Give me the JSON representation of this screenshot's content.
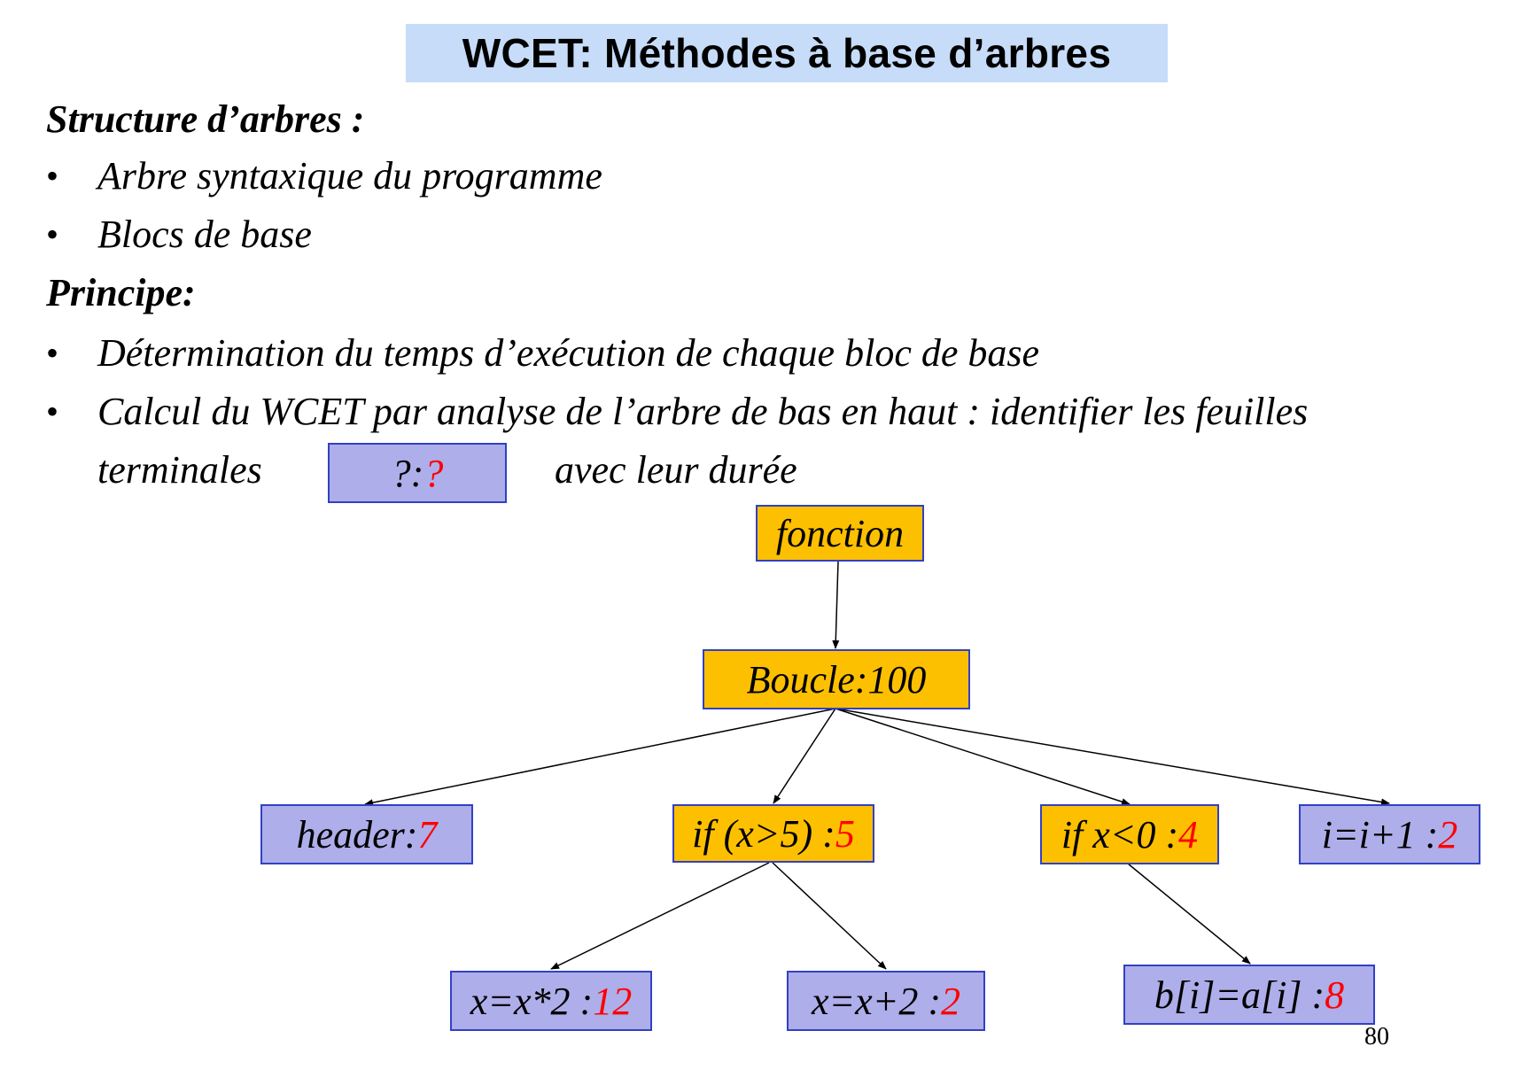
{
  "title": "WCET: Méthodes à base d’arbres",
  "structure": {
    "heading": "Structure d’arbres :",
    "bullets": [
      "Arbre syntaxique du programme",
      "Blocs de base"
    ]
  },
  "principe": {
    "heading": "Principe:",
    "bullet1": "Détermination du temps d’exécution de chaque bloc de base",
    "bullet2_line1": "Calcul du WCET par analyse de l’arbre de bas en haut : identifier les feuilles",
    "bullet2_line2_start": "terminales",
    "bullet2_line2_end": "avec leur durée",
    "legend_node": {
      "label": "?: ",
      "duration": "?"
    }
  },
  "bullet_symbol": "•",
  "tree": {
    "fonction": {
      "label": "fonction"
    },
    "boucle": {
      "label": "Boucle:100"
    },
    "header": {
      "label": "header: ",
      "duration": "7"
    },
    "if_gt5": {
      "label": "if (x>5) :",
      "duration": "5"
    },
    "if_lt0": {
      "label": "if x<0 :",
      "duration": "4"
    },
    "incr": {
      "label": "i=i+1 :",
      "duration": "2"
    },
    "mul": {
      "label": "x=x*2 :",
      "duration": "12"
    },
    "add": {
      "label": "x=x+2 :",
      "duration": "2"
    },
    "assign": {
      "label": "b[i]=a[i] :",
      "duration": "8"
    }
  },
  "colors": {
    "title_bg": "#c6dcf8",
    "leaf_node": "#aeaeea",
    "inner_node": "#fdc000",
    "node_border": "#3240c4",
    "duration_text": "#ff0000"
  },
  "page_number": "80"
}
